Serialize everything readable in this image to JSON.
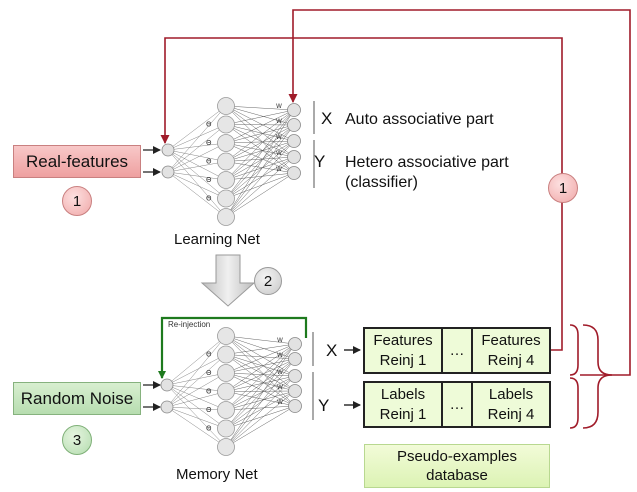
{
  "colors": {
    "feedback_line": "#a01c2a",
    "reinjection_line": "#1e7a1e",
    "node_fill": "#d9d9d9",
    "pink_accent": "#eea0a0",
    "green_accent": "#b7ddb0"
  },
  "inputs": {
    "real_features": "Real-features",
    "random_noise": "Random Noise"
  },
  "badges": {
    "step1_left": "1",
    "step1_right": "1",
    "step2": "2",
    "step3": "3"
  },
  "learning_net": {
    "caption": "Learning Net",
    "x_label": "X",
    "x_desc": "Auto associative part",
    "y_label": "Y",
    "y_desc_line1": "Hetero associative part",
    "y_desc_line2": "(classifier)"
  },
  "memory_net": {
    "caption": "Memory Net",
    "reinjection": "Re-injection",
    "x_label": "X",
    "y_label": "Y"
  },
  "net_glyphs": {
    "theta": "Θ",
    "w": "W"
  },
  "database": {
    "features_reinj1_l1": "Features",
    "features_reinj1_l2": "Reinj 1",
    "features_reinj4_l1": "Features",
    "features_reinj4_l2": "Reinj 4",
    "labels_reinj1_l1": "Labels",
    "labels_reinj1_l2": "Reinj 1",
    "labels_reinj4_l1": "Labels",
    "labels_reinj4_l2": "Reinj 4",
    "ellipsis": "…",
    "title_l1": "Pseudo-examples",
    "title_l2": "database"
  }
}
